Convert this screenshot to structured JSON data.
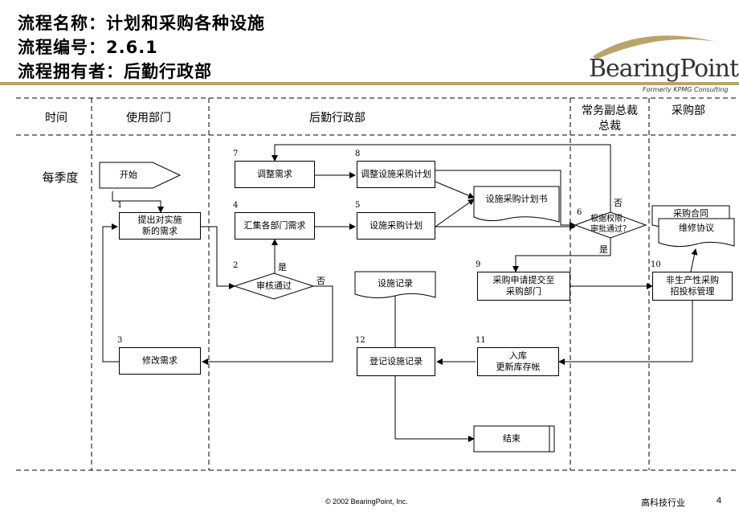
{
  "header": {
    "process_name": "流程名称：计划和采购各种设施",
    "process_number": "流程编号：2.6.1",
    "process_owner": "流程拥有者：后勤行政部"
  },
  "logo": {
    "wordmark": "BearingPoint.",
    "tagline": "Formerly KPMG Consulting",
    "color": "#b9a46a"
  },
  "lanes": {
    "time": "时间",
    "user_dept": "使用部门",
    "logistics": "后勤行政部",
    "vp_line1": "常务副总裁",
    "vp_line2": "总裁",
    "purchasing": "采购部"
  },
  "time_label": "每季度",
  "nodes": {
    "start": "开始",
    "n1": {
      "num": "1",
      "line1": "提出对实施",
      "line2": "新的需求"
    },
    "n2": {
      "num": "2",
      "text": "审核通过"
    },
    "n3": {
      "num": "3",
      "text": "修改需求"
    },
    "n4": {
      "num": "4",
      "text": "汇集各部门需求"
    },
    "n5": {
      "num": "5",
      "text": "设施采购计划"
    },
    "n6": {
      "num": "6",
      "line1": "根据权限，",
      "line2": "审批通过？"
    },
    "n7": {
      "num": "7",
      "text": "调整需求"
    },
    "n8": {
      "num": "8",
      "text": "调整设施采购计划"
    },
    "n9": {
      "num": "9",
      "line1": "采购申请提交至",
      "line2": "采购部门"
    },
    "n10": {
      "num": "10",
      "line1": "非生产性采购",
      "line2": "招投标管理"
    },
    "n11": {
      "num": "11",
      "line1": "入库",
      "line2": "更新库存帐"
    },
    "n12": {
      "num": "12",
      "text": "登记设施记录"
    },
    "doc_plan": "设施采购计划书",
    "doc_record": "设施记录",
    "doc_contract": "采购合同",
    "doc_repair": "维修协议",
    "end": "结束"
  },
  "edge_labels": {
    "yes_2": "是",
    "no_2": "否",
    "no_6": "否",
    "yes_6": "是"
  },
  "footer": {
    "copyright": "© 2002 BearingPoint, Inc.",
    "industry": "高科技行业",
    "page": "4"
  }
}
